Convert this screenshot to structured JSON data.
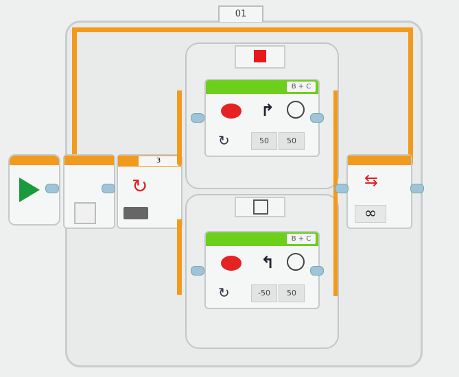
{
  "loop": {
    "label": "01",
    "count_icon": "infinity-icon",
    "count": "∞"
  },
  "switch": {
    "case_value": "3",
    "cases": [
      {
        "tab_icon": "red-square-icon"
      },
      {
        "tab_icon": "empty-square-icon"
      }
    ]
  },
  "move_blocks": [
    {
      "ports": "B + C",
      "mode_icon": "on-icon",
      "steering": "50",
      "power": "50",
      "direction_icon": "turn-right-icon"
    },
    {
      "ports": "B + C",
      "mode_icon": "on-icon",
      "steering": "-50",
      "power": "50",
      "direction_icon": "turn-left-icon"
    }
  ],
  "colors": {
    "accent": "#f29a1c",
    "motor_green": "#6ccf1c",
    "start_green": "#1a9a3c"
  }
}
